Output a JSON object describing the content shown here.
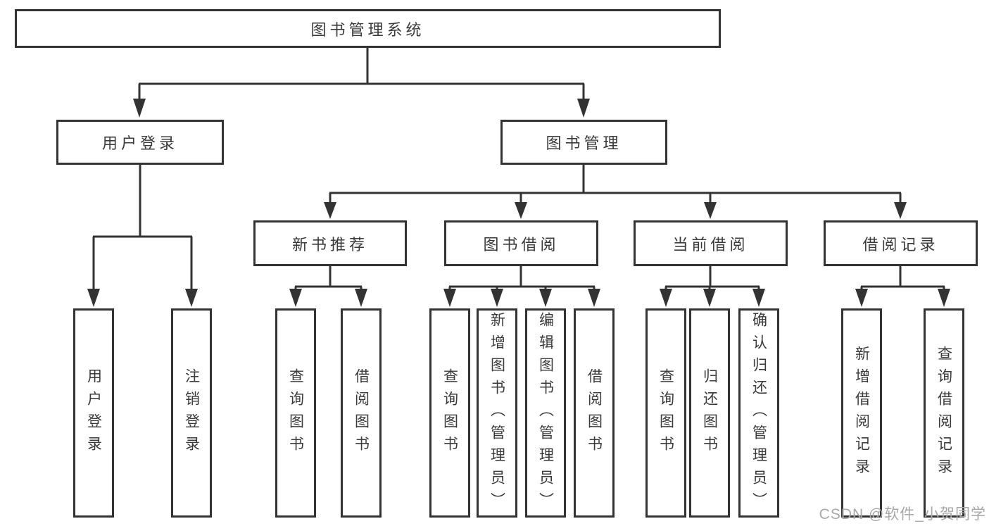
{
  "tree": {
    "root": "图书管理系统",
    "branches": [
      {
        "label": "用户登录",
        "children": [
          "用户登录",
          "注销登录"
        ]
      },
      {
        "label": "图书管理",
        "children": [
          {
            "label": "新书推荐",
            "children": [
              "查询图书",
              "借阅图书"
            ]
          },
          {
            "label": "图书借阅",
            "children": [
              "查询图书",
              "新增图书（管理员）",
              "编辑图书（管理员）",
              "借阅图书"
            ]
          },
          {
            "label": "当前借阅",
            "children": [
              "查询图书",
              "归还图书",
              "确认归还（管理员）"
            ]
          },
          {
            "label": "借阅记录",
            "children": [
              "新增借阅记录",
              "查询借阅记录"
            ]
          }
        ]
      }
    ]
  },
  "watermark": {
    "text": "CSDN @软件_小贺同学"
  },
  "colors": {
    "line": "#333333",
    "text": "#3a3a3a",
    "watermark": "#a8a8a8",
    "background": "#ffffff"
  }
}
